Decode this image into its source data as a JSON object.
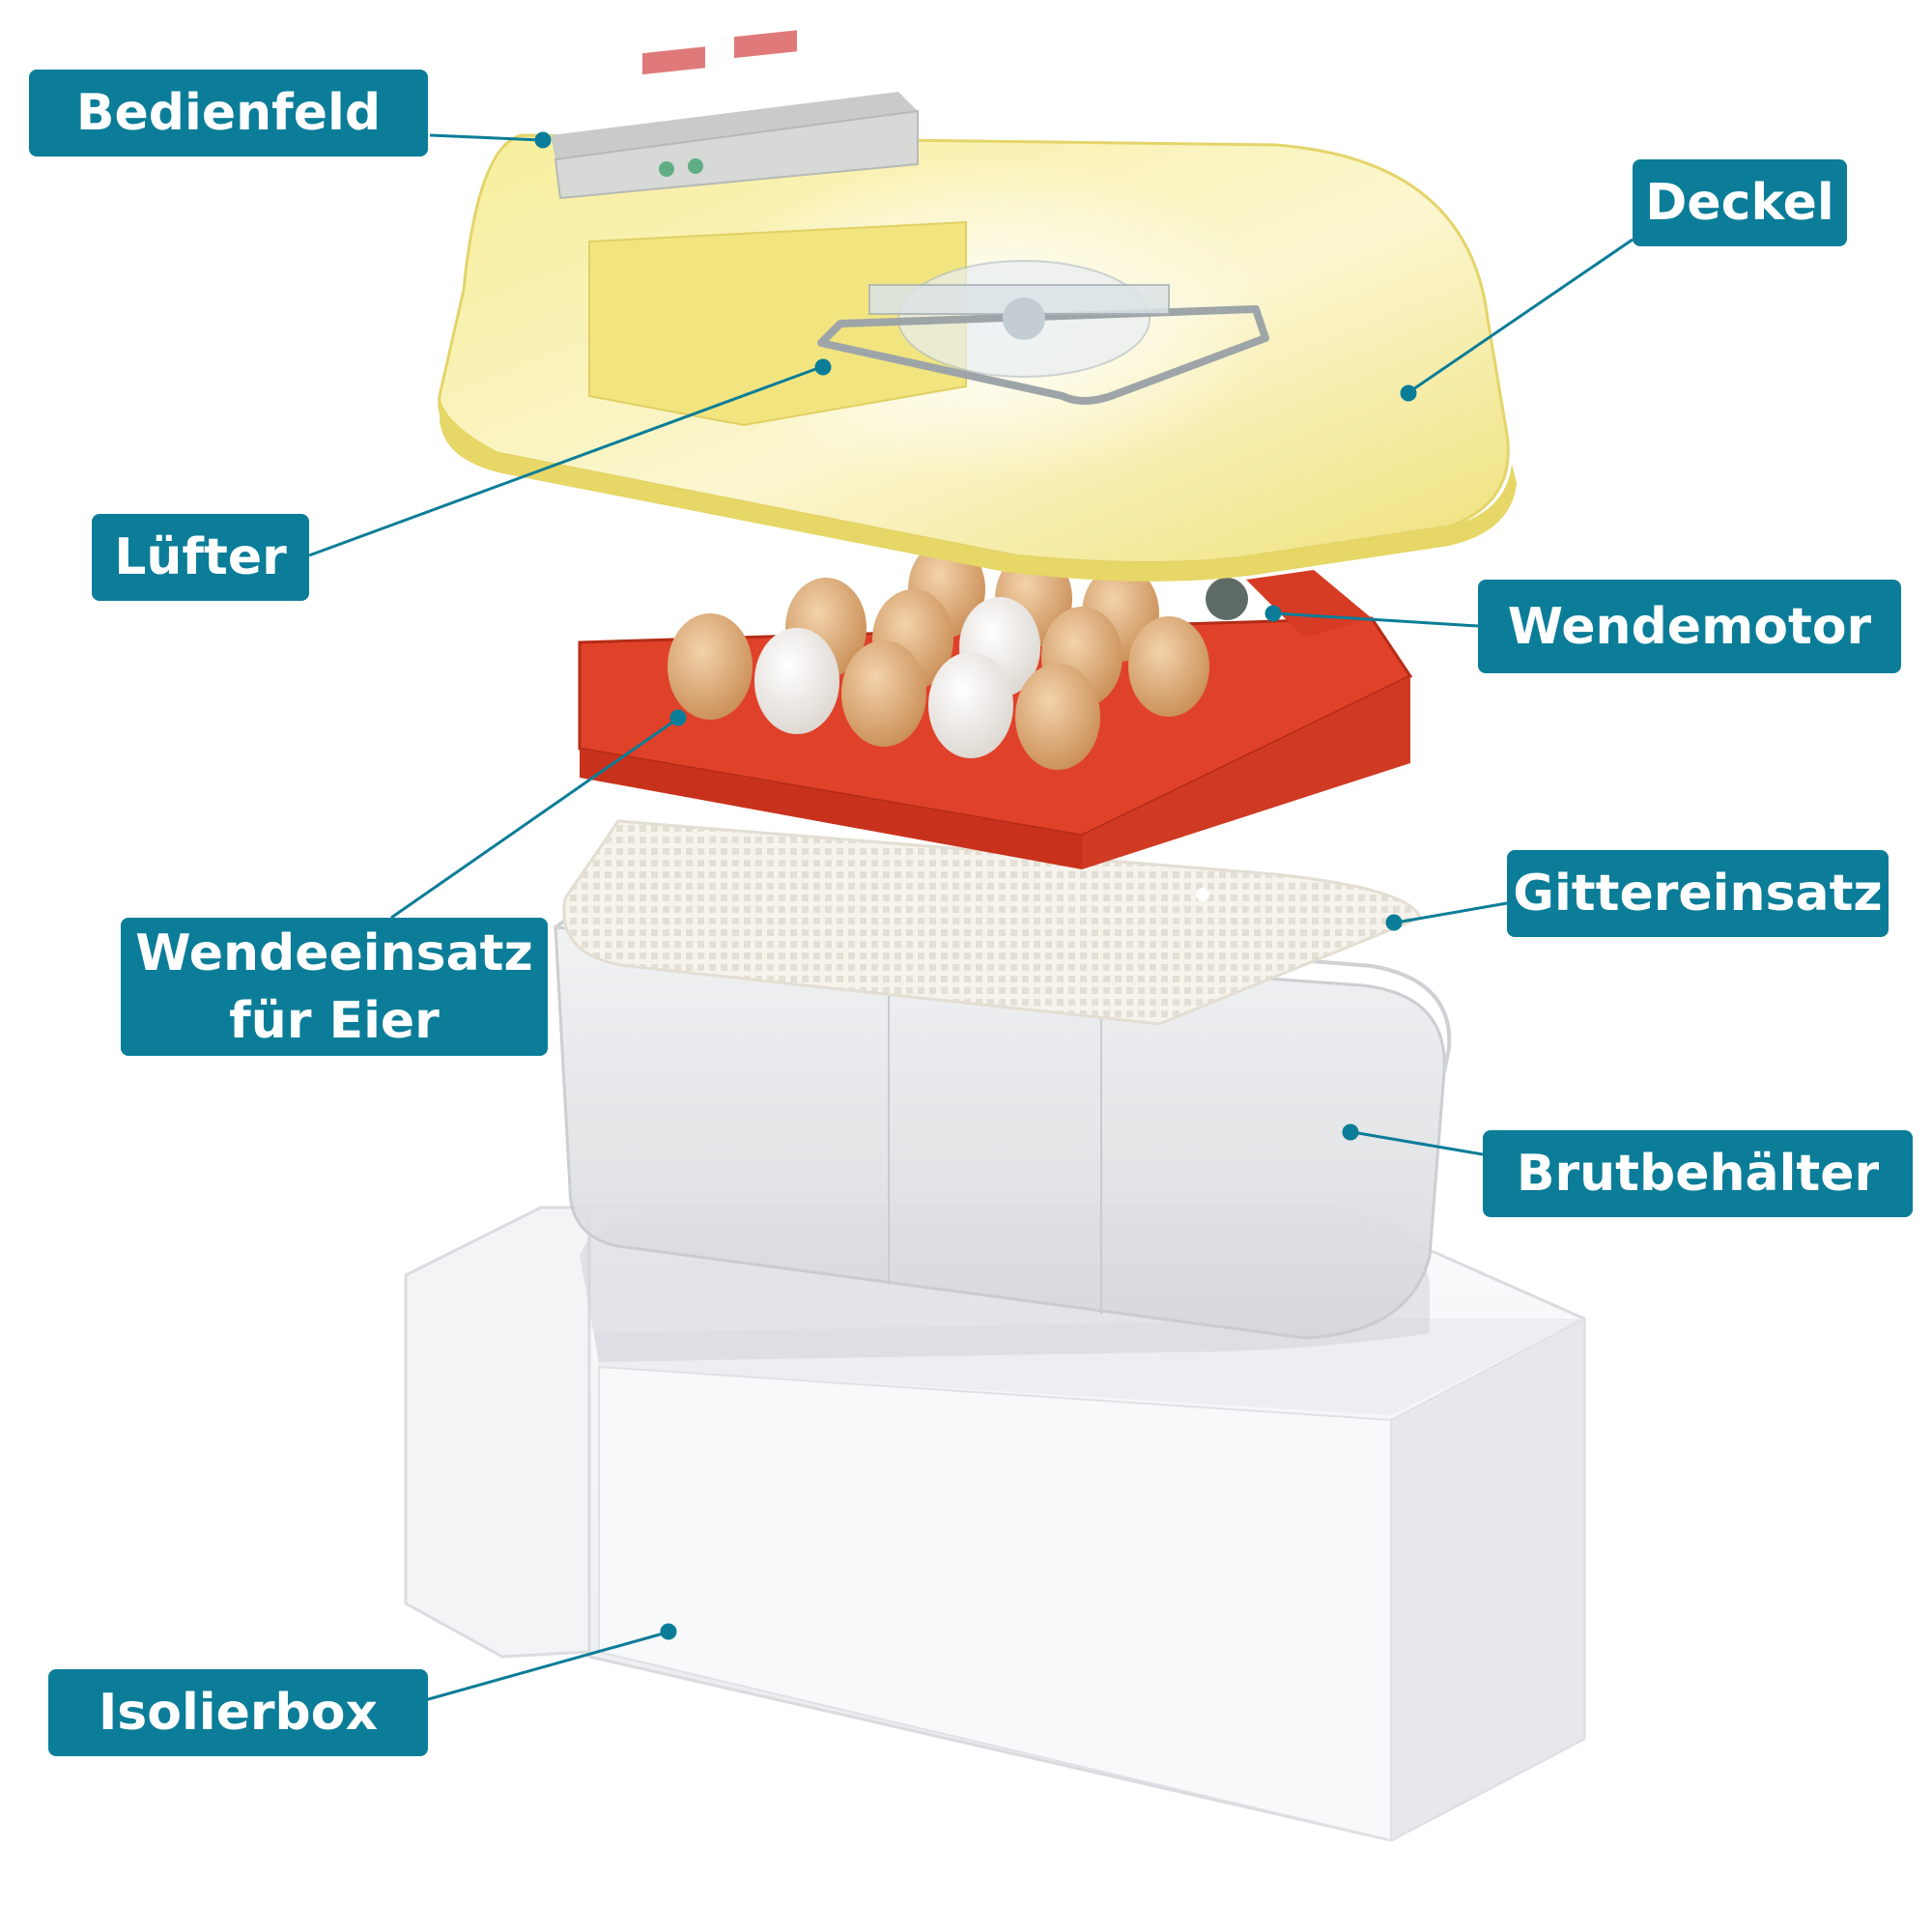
{
  "colors": {
    "label_bg": "#0b7d98",
    "label_text": "#ffffff",
    "leader_line": "#0b7d98",
    "lid": "#f3ea8f",
    "egg_tray": "#d9391f",
    "mesh_insert": "#f4f1ea",
    "incubation_tray": "#e6e7e9",
    "insulation_box": "#f2f3f5"
  },
  "labels": {
    "control_panel": "Bedienfeld",
    "lid": "Deckel",
    "fan": "Lüfter",
    "turning_motor": "Wendemotor",
    "egg_turner_line1": "Wendeeinsatz",
    "egg_turner_line2": "für Eier",
    "mesh_insert": "Gittereinsatz",
    "incubation_tray": "Brutbehälter",
    "insulation_box": "Isolierbox"
  }
}
